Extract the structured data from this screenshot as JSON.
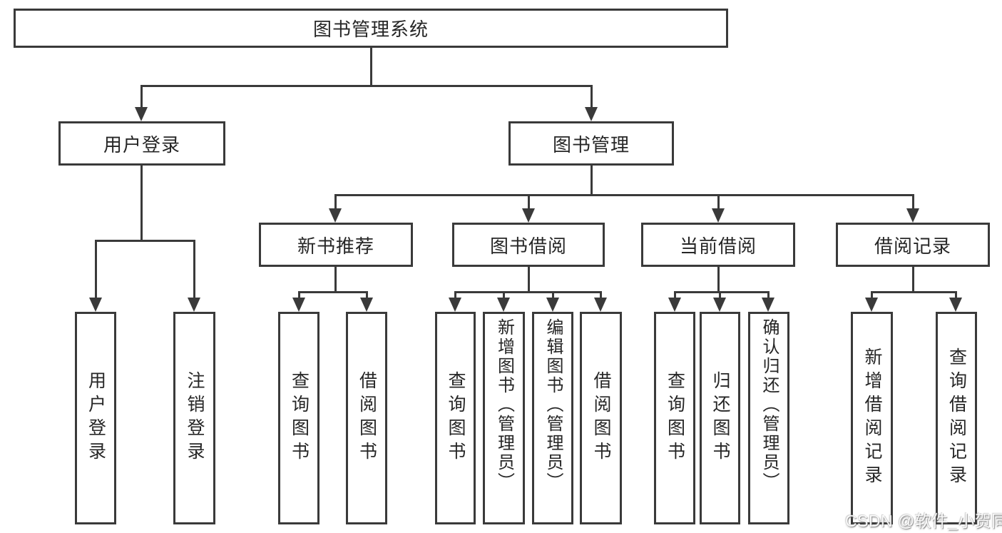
{
  "colors": {
    "line": "#3a3a3a",
    "text": "#262626",
    "background": "#ffffff"
  },
  "diagram": {
    "type": "hierarchy-tree",
    "root": {
      "label": "图书管理系统"
    },
    "level1": {
      "user_login": {
        "label": "用户登录"
      },
      "book_management": {
        "label": "图书管理"
      }
    },
    "level2": {
      "new_book_recommend": {
        "label": "新书推荐"
      },
      "book_borrow": {
        "label": "图书借阅"
      },
      "current_borrow": {
        "label": "当前借阅"
      },
      "borrow_records": {
        "label": "借阅记录"
      }
    },
    "leaves": {
      "user_login": [
        "用户登录",
        "注销登录"
      ],
      "new_book_recommend": [
        "查询图书",
        "借阅图书"
      ],
      "book_borrow": [
        "查询图书",
        "新增图书（管理员）",
        "编辑图书（管理员）",
        "借阅图书"
      ],
      "current_borrow": [
        "查询图书",
        "归还图书",
        "确认归还（管理员）"
      ],
      "borrow_records": [
        "新增借阅记录",
        "查询借阅记录"
      ]
    }
  },
  "watermark": {
    "text": "CSDN @软件_小贺同学"
  }
}
